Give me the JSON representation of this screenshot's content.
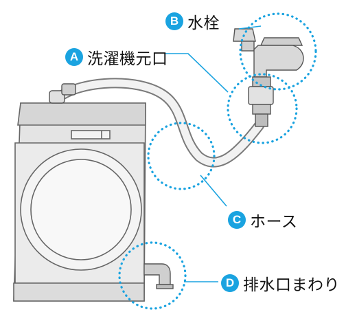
{
  "accent_color": "#1aa3e0",
  "callouts": {
    "a": {
      "letter": "A",
      "text": "洗濯機元口"
    },
    "b": {
      "letter": "B",
      "text": "水栓"
    },
    "c": {
      "letter": "C",
      "text": "ホース"
    },
    "d": {
      "letter": "D",
      "text": "排水口まわり"
    }
  }
}
